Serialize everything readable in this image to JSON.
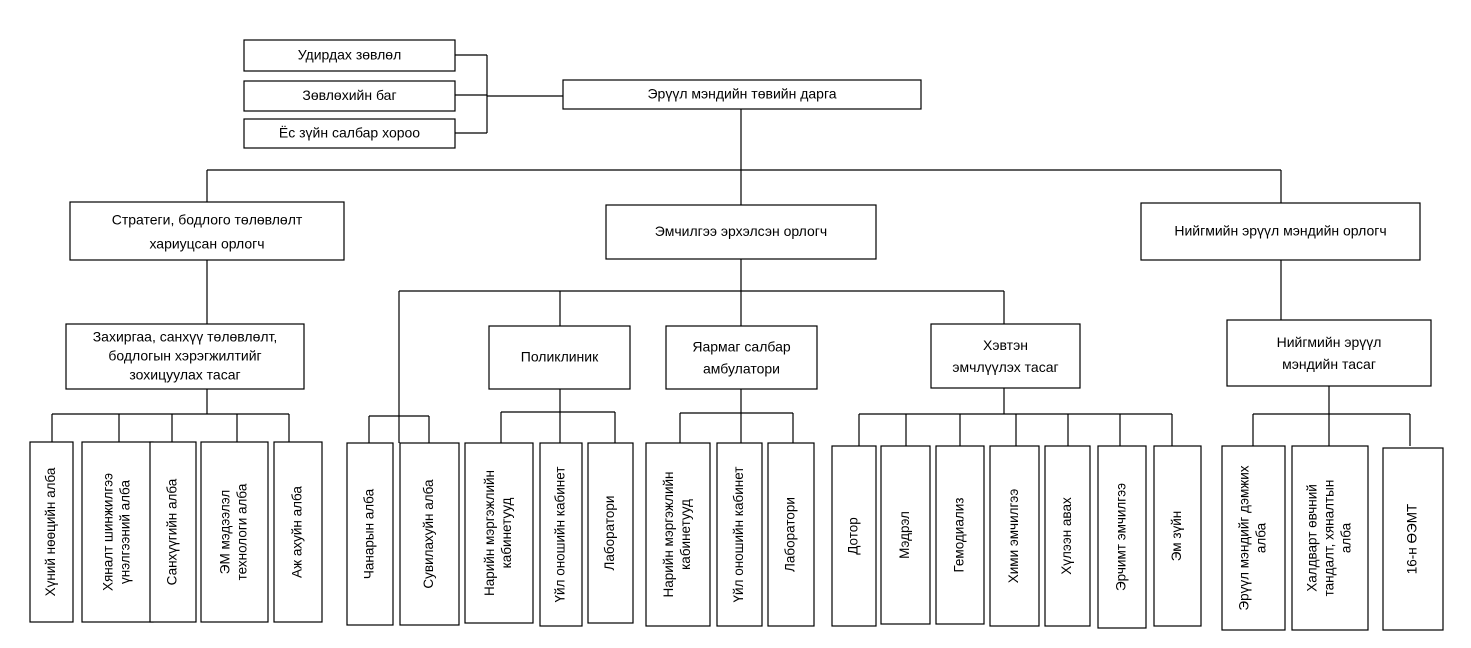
{
  "advisory": {
    "board": "Удирдах зөвлөл",
    "council": "Зөвлөхийн баг",
    "ethics": "Ёс зүйн салбар хороо"
  },
  "director": "Эрүүл мэндийн төвийн дарга",
  "deputies": {
    "strategy": [
      "Стратеги, бодлого төлөвлөлт",
      "хариуцсан орлогч"
    ],
    "medical": [
      "Эмчилгээ эрхэлсэн орлогч"
    ],
    "public_health": [
      "Нийгмийн эрүүл мэндийн орлогч"
    ]
  },
  "departments": {
    "admin": [
      "Захиргаа, санхүү төлөвлөлт,",
      "бодлогын хэрэгжилтийг",
      "зохицуулах тасаг"
    ],
    "polyclinic": [
      "Поликлиник"
    ],
    "emergency": [
      "Яармаг салбар",
      "амбулатори"
    ],
    "inpatient": [
      "Хэвтэн",
      "эмчлүүлэх тасаг"
    ],
    "public_health": [
      "Нийгмийн эрүүл",
      "мэндийн тасаг"
    ]
  },
  "units": {
    "admin": [
      [
        "Хүний нөөцийн алба"
      ],
      [
        "Хяналт шинжилгээ",
        "үнэлгээний алба"
      ],
      [
        "Санхүүгийн алба"
      ],
      [
        "ЭМ мэдээлэл",
        "технологи алба"
      ],
      [
        "Аж ахуйн алба"
      ]
    ],
    "medical_direct": [
      [
        "Чанарын алба"
      ],
      [
        "Сувилахуйн алба"
      ]
    ],
    "polyclinic": [
      [
        "Нарийн мэргэжлийн",
        "кабинетууд"
      ],
      [
        "Үйл оношийн кабинет"
      ],
      [
        "Лаборатори"
      ]
    ],
    "emergency": [
      [
        "Нарийн мэргэжлийн",
        "кабинетууд"
      ],
      [
        "Үйл оношийн кабинет"
      ],
      [
        "Лаборатори"
      ]
    ],
    "inpatient": [
      [
        "Дотор"
      ],
      [
        "Мэдрэл"
      ],
      [
        "Гемодиализ"
      ],
      [
        "Хими эмчилгээ"
      ],
      [
        "Хүлээн авах"
      ],
      [
        "Эрчимт эмчилгээ"
      ],
      [
        "Эм зүйн"
      ]
    ],
    "public_health": [
      [
        "Эрүүл мэндийг дэмжих",
        "алба"
      ],
      [
        "Халдварт өвчний",
        "тандалт, хяналтын",
        "алба"
      ],
      [
        "16-н ӨЭМТ"
      ]
    ]
  }
}
